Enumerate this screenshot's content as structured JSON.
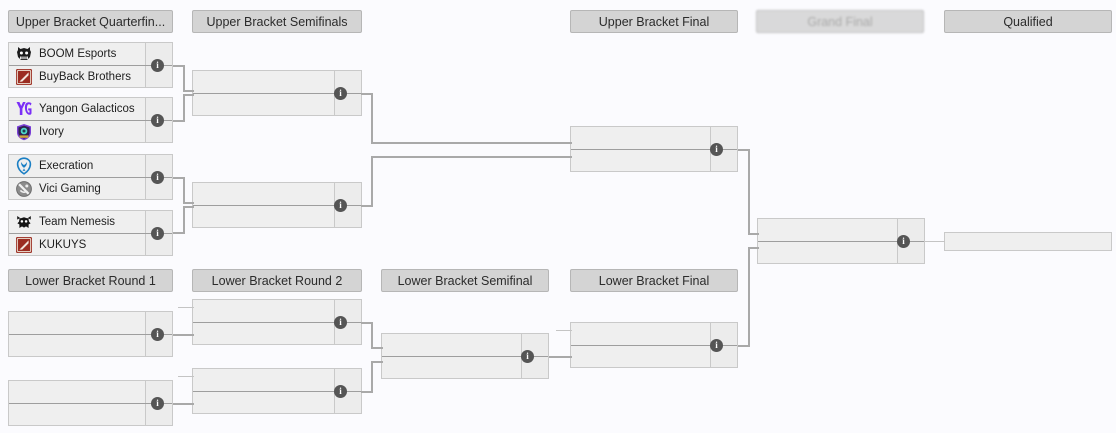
{
  "page": {
    "background_color": "#fbfbfe",
    "accent_color": "#555555",
    "box_fill": "#efefef",
    "header_fill": "#d4d4d4"
  },
  "headers": {
    "ubqf": {
      "label": "Upper Bracket Quarterfin...",
      "full": "Upper Bracket Quarterfinals"
    },
    "ubsf": {
      "label": "Upper Bracket Semifinals"
    },
    "ubf": {
      "label": "Upper Bracket Final"
    },
    "gf": {
      "label": "Grand Final",
      "state": "faded"
    },
    "qual": {
      "label": "Qualified"
    },
    "lbr1": {
      "label": "Lower Bracket Round 1"
    },
    "lbr2": {
      "label": "Lower Bracket Round 2"
    },
    "lbsf": {
      "label": "Lower Bracket Semifinal"
    },
    "lbf": {
      "label": "Lower Bracket Final"
    }
  },
  "matches": {
    "ubqf1": {
      "top": {
        "team": "BOOM Esports",
        "logo": "boom-esports-logo",
        "score": ""
      },
      "bottom": {
        "team": "BuyBack Brothers",
        "logo": "dota2-default-logo",
        "score": ""
      },
      "info": "i"
    },
    "ubqf2": {
      "top": {
        "team": "Yangon Galacticos",
        "logo": "yangon-galacticos-logo",
        "score": ""
      },
      "bottom": {
        "team": "Ivory",
        "logo": "ivory-logo",
        "score": ""
      },
      "info": "i"
    },
    "ubqf3": {
      "top": {
        "team": "Execration",
        "logo": "execration-logo",
        "score": ""
      },
      "bottom": {
        "team": "Vici Gaming",
        "logo": "vici-gaming-logo",
        "score": ""
      },
      "info": "i"
    },
    "ubqf4": {
      "top": {
        "team": "Team Nemesis",
        "logo": "team-nemesis-logo",
        "score": ""
      },
      "bottom": {
        "team": "KUKUYS",
        "logo": "dota2-default-logo",
        "score": ""
      },
      "info": "i"
    },
    "ubsf1": {
      "top": {
        "team": "",
        "logo": "",
        "score": ""
      },
      "bottom": {
        "team": "",
        "logo": "",
        "score": ""
      },
      "info": "i"
    },
    "ubsf2": {
      "top": {
        "team": "",
        "logo": "",
        "score": ""
      },
      "bottom": {
        "team": "",
        "logo": "",
        "score": ""
      },
      "info": "i"
    },
    "ubf1": {
      "top": {
        "team": "",
        "logo": "",
        "score": ""
      },
      "bottom": {
        "team": "",
        "logo": "",
        "score": ""
      },
      "info": "i"
    },
    "gf1": {
      "top": {
        "team": "",
        "logo": "",
        "score": ""
      },
      "bottom": {
        "team": "",
        "logo": "",
        "score": ""
      },
      "info": "i"
    },
    "qual1": {
      "top": {
        "team": "",
        "logo": "",
        "score": ""
      }
    },
    "lbr1a": {
      "top": {
        "team": "",
        "logo": "",
        "score": ""
      },
      "bottom": {
        "team": "",
        "logo": "",
        "score": ""
      },
      "info": "i"
    },
    "lbr1b": {
      "top": {
        "team": "",
        "logo": "",
        "score": ""
      },
      "bottom": {
        "team": "",
        "logo": "",
        "score": ""
      },
      "info": "i"
    },
    "lbr2a": {
      "top": {
        "team": "",
        "logo": "",
        "score": ""
      },
      "bottom": {
        "team": "",
        "logo": "",
        "score": ""
      },
      "info": "i"
    },
    "lbr2b": {
      "top": {
        "team": "",
        "logo": "",
        "score": ""
      },
      "bottom": {
        "team": "",
        "logo": "",
        "score": ""
      },
      "info": "i"
    },
    "lbsf1": {
      "top": {
        "team": "",
        "logo": "",
        "score": ""
      },
      "bottom": {
        "team": "",
        "logo": "",
        "score": ""
      },
      "info": "i"
    },
    "lbf1": {
      "top": {
        "team": "",
        "logo": "",
        "score": ""
      },
      "bottom": {
        "team": "",
        "logo": "",
        "score": ""
      },
      "info": "i"
    }
  }
}
